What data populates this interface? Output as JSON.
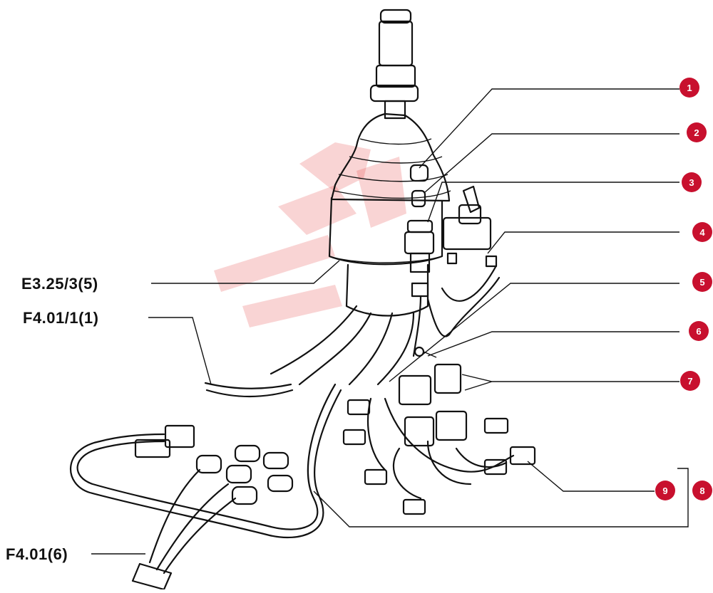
{
  "diagram": {
    "callouts": [
      {
        "id": "1",
        "label": "1"
      },
      {
        "id": "2",
        "label": "2"
      },
      {
        "id": "3",
        "label": "3"
      },
      {
        "id": "4",
        "label": "4"
      },
      {
        "id": "5",
        "label": "5"
      },
      {
        "id": "6",
        "label": "6"
      },
      {
        "id": "7",
        "label": "7"
      },
      {
        "id": "8",
        "label": "8"
      },
      {
        "id": "9",
        "label": "9"
      }
    ],
    "references": {
      "ref_e325": "E3.25/3(5)",
      "ref_f401_1": "F4.01/1(1)",
      "ref_f401_6": "F4.01(6)"
    },
    "colors": {
      "callout_fill": "#c8102e",
      "line": "#111111",
      "watermark": "#e23a3a"
    }
  }
}
